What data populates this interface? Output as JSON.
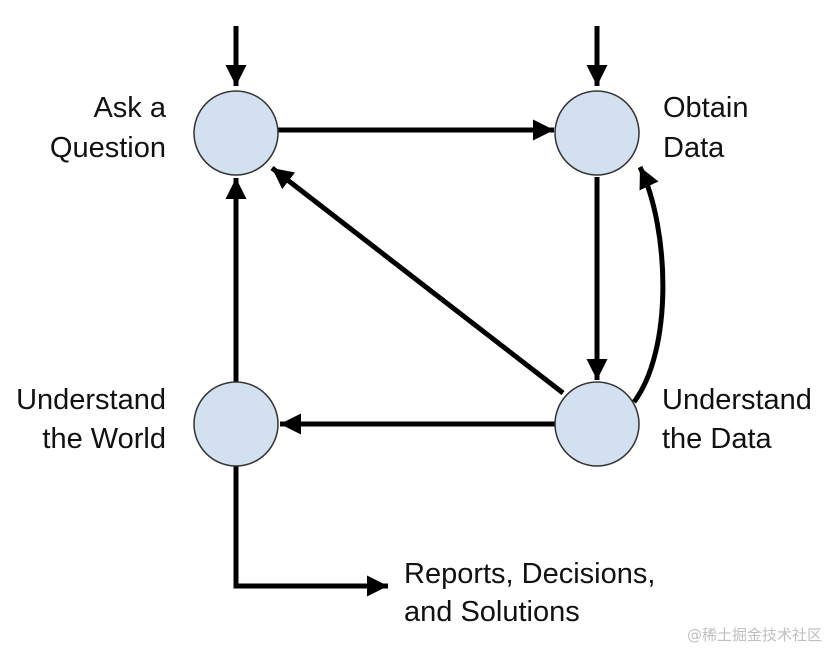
{
  "nodes": {
    "ask": {
      "line1": "Ask a",
      "line2": "Question"
    },
    "obtain": {
      "line1": "Obtain",
      "line2": "Data"
    },
    "world": {
      "line1": "Understand",
      "line2": "the World"
    },
    "data": {
      "line1": "Understand",
      "line2": "the Data"
    }
  },
  "output": {
    "line1": "Reports, Decisions,",
    "line2": "and Solutions"
  },
  "watermark": "@稀土掘金技术社区",
  "colors": {
    "node_fill": "#d3e0f0",
    "node_stroke": "#333333",
    "edge": "#000000"
  }
}
